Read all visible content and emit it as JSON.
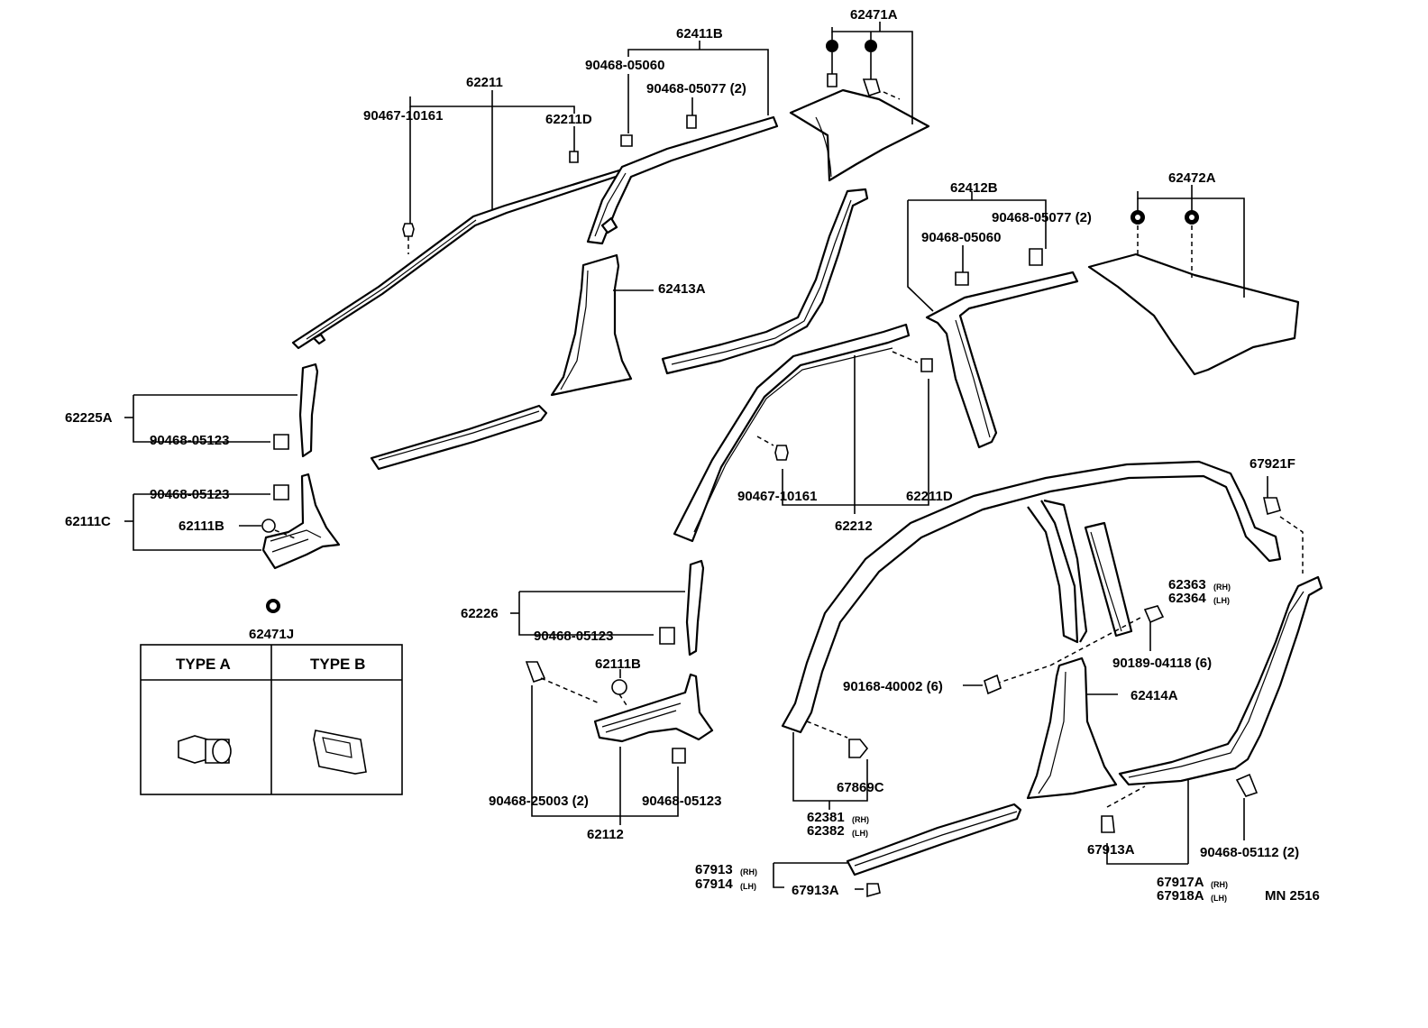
{
  "diagram_code": "MN 2516",
  "parts": {
    "p62471A": "62471A",
    "p62411B": "62411B",
    "p90468_05060_a": "90468-05060",
    "p90468_05077_a": "90468-05077 (2)",
    "p62211": "62211",
    "p90467_10161_a": "90467-10161",
    "p62211D_a": "62211D",
    "p62412B": "62412B",
    "p90468_05077_b": "90468-05077 (2)",
    "p90468_05060_b": "90468-05060",
    "p62472A": "62472A",
    "p62413A": "62413A",
    "p62225A": "62225A",
    "p90468_05123_a": "90468-05123",
    "p90468_05123_b": "90468-05123",
    "p62111C": "62111C",
    "p62111B_a": "62111B",
    "p62471J": "62471J",
    "p90467_10161_b": "90467-10161",
    "p62211D_b": "62211D",
    "p62212": "62212",
    "p67921F": "67921F",
    "p62363": "62363",
    "p62364": "62364",
    "p62226": "62226",
    "p90468_05123_c": "90468-05123",
    "p62111B_b": "62111B",
    "p90189_04118": "90189-04118 (6)",
    "p90168_40002": "90168-40002 (6)",
    "p62414A": "62414A",
    "p90468_25003": "90468-25003 (2)",
    "p90468_05123_d": "90468-05123",
    "p62112": "62112",
    "p67869C": "67869C",
    "p62381": "62381",
    "p62382": "62382",
    "p67913A_a": "67913A",
    "p90468_05112": "90468-05112 (2)",
    "p67913": "67913",
    "p67914": "67914",
    "p67913A_b": "67913A",
    "p67917A": "67917A",
    "p67918A": "67918A"
  },
  "suffix": {
    "rh": "(RH)",
    "lh": "(LH)"
  },
  "legend": {
    "type_a": "TYPE A",
    "type_b": "TYPE B"
  }
}
